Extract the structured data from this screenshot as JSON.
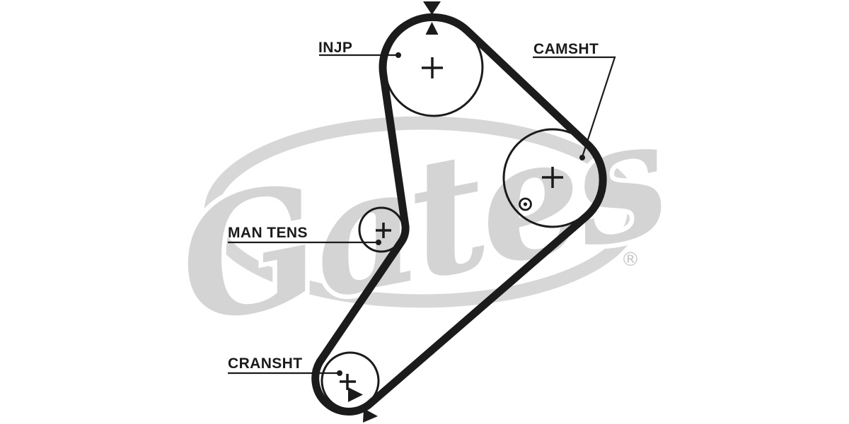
{
  "diagram": {
    "type": "timing-belt-routing-diagram",
    "labels": {
      "injp": "INJP",
      "camsht": "CAMSHT",
      "man_tens": "MAN TENS",
      "cransht": "CRANSHT"
    },
    "watermark": {
      "brand": "Gates",
      "registered": "®"
    },
    "colors": {
      "background": "#ffffff",
      "line": "#1b1b1b",
      "watermark_gray": "#d4d4d4",
      "watermark_ring_gray": "#d7d7d7",
      "registered_gray": "#c9c9c9"
    }
  }
}
